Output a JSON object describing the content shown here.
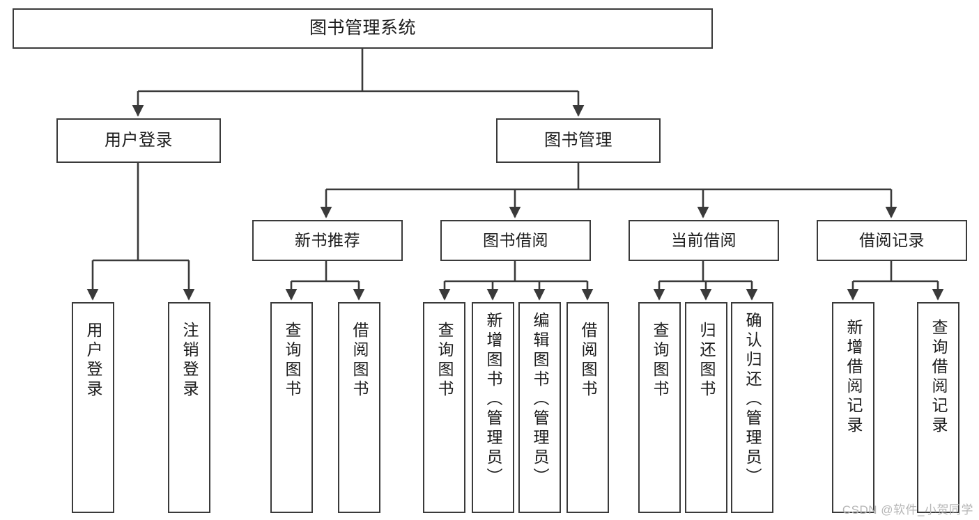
{
  "diagram": {
    "title": "图书管理系统",
    "type": "tree-hierarchy-chart",
    "watermark": "CSDN @软件_小贺同学",
    "line_color": "#3a3a3a",
    "box_fill": "#ffffff",
    "text_color": "#1c1c1c"
  },
  "nodes": {
    "root": {
      "label": "图书管理系统"
    },
    "level1": [
      {
        "label": "用户登录"
      },
      {
        "label": "图书管理"
      }
    ],
    "level2": [
      {
        "label": "新书推荐"
      },
      {
        "label": "图书借阅"
      },
      {
        "label": "当前借阅"
      },
      {
        "label": "借阅记录"
      }
    ],
    "leaves": {
      "user_login": [
        {
          "label": "用户登录"
        },
        {
          "label": "注销登录"
        }
      ],
      "new_book_recommend": [
        {
          "label": "查询图书"
        },
        {
          "label": "借阅图书"
        }
      ],
      "book_borrow": [
        {
          "label": "查询图书"
        },
        {
          "label": "新增图书（管理员）"
        },
        {
          "label": "编辑图书（管理员）"
        },
        {
          "label": "借阅图书"
        }
      ],
      "current_borrow": [
        {
          "label": "查询图书"
        },
        {
          "label": "归还图书"
        },
        {
          "label": "确认归还（管理员）"
        }
      ],
      "borrow_record": [
        {
          "label": "新增借阅记录"
        },
        {
          "label": "查询借阅记录"
        }
      ]
    }
  }
}
